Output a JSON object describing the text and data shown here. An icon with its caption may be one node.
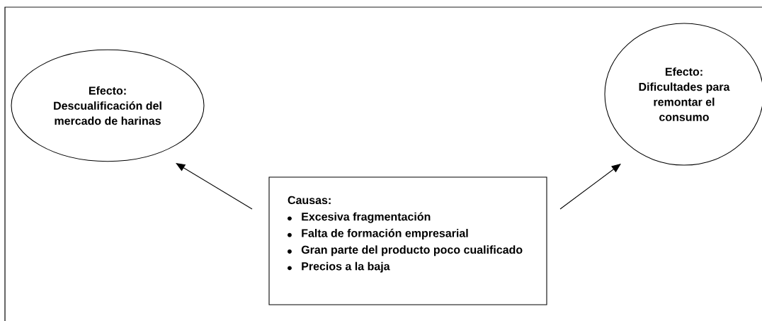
{
  "diagram": {
    "nodes": [
      {
        "text": [
          "Efecto:",
          "Descualificación del mercado de harinas"
        ]
      },
      {
        "text": [
          "Efecto:",
          "Dificultades para remontar el consumo"
        ]
      },
      {
        "text": [
          "Causas:",
          "Excesiva fragmentación",
          "Falta de formación empresarial",
          "Gran parte del producto poco cualificado",
          "Precios a la baja"
        ]
      }
    ],
    "edges": [
      {
        "from": 2,
        "to": 0,
        "arrow": "to"
      },
      {
        "from": 2,
        "to": 1,
        "arrow": "to"
      }
    ]
  }
}
